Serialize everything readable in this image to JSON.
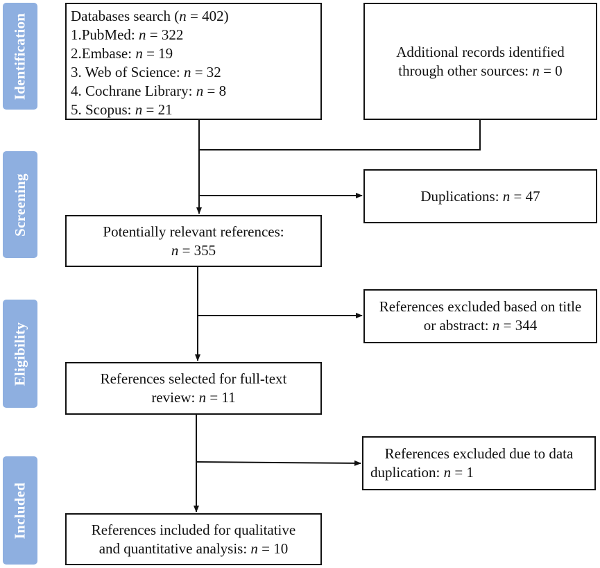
{
  "colors": {
    "stage_tab": "#8eafe0",
    "box_border": "#111111",
    "arrow": "#111111"
  },
  "stages": [
    {
      "id": "identification",
      "label": "Identification"
    },
    {
      "id": "screening",
      "label": "Screening"
    },
    {
      "id": "eligibility",
      "label": "Eligibility"
    },
    {
      "id": "included",
      "label": "Included"
    }
  ],
  "boxes": {
    "databases": {
      "lines": [
        {
          "pre": "Databases search (",
          "n": "n",
          "post": " = 402)"
        },
        {
          "pre": "1.PubMed: ",
          "n": "n",
          "post": " = 322"
        },
        {
          "pre": "2.Embase: ",
          "n": "n",
          "post": " = 19"
        },
        {
          "pre": "3. Web of Science: ",
          "n": "n",
          "post": " = 32"
        },
        {
          "pre": "4. Cochrane Library: ",
          "n": "n",
          "post": " = 8"
        },
        {
          "pre": "5. Scopus: ",
          "n": "n",
          "post": " = 21"
        }
      ]
    },
    "additional": {
      "lines": [
        {
          "pre": "Additional records identified",
          "n": "",
          "post": ""
        },
        {
          "pre": "through other sources: ",
          "n": "n",
          "post": " = 0"
        }
      ]
    },
    "duplications": {
      "lines": [
        {
          "pre": "Duplications: ",
          "n": "n",
          "post": " = 47"
        }
      ]
    },
    "potentially_relevant": {
      "lines": [
        {
          "pre": "Potentially relevant references:",
          "n": "",
          "post": ""
        },
        {
          "pre": "",
          "n": "n",
          "post": " = 355"
        }
      ]
    },
    "excluded_title": {
      "lines": [
        {
          "pre": "References excluded based on title",
          "n": "",
          "post": ""
        },
        {
          "pre": "or abstract: ",
          "n": "n",
          "post": " = 344"
        }
      ]
    },
    "fulltext": {
      "lines": [
        {
          "pre": "References selected for full-text",
          "n": "",
          "post": ""
        },
        {
          "pre": "review: ",
          "n": "n",
          "post": " = 11"
        }
      ]
    },
    "excluded_dup": {
      "lines": [
        {
          "pre": "References excluded due to data",
          "n": "",
          "post": ""
        },
        {
          "pre": "duplication: ",
          "n": "n",
          "post": " = 1"
        }
      ]
    },
    "included": {
      "lines": [
        {
          "pre": "References included for qualitative",
          "n": "",
          "post": ""
        },
        {
          "pre": "and quantitative analysis: ",
          "n": "n",
          "post": " = 10"
        }
      ]
    }
  }
}
